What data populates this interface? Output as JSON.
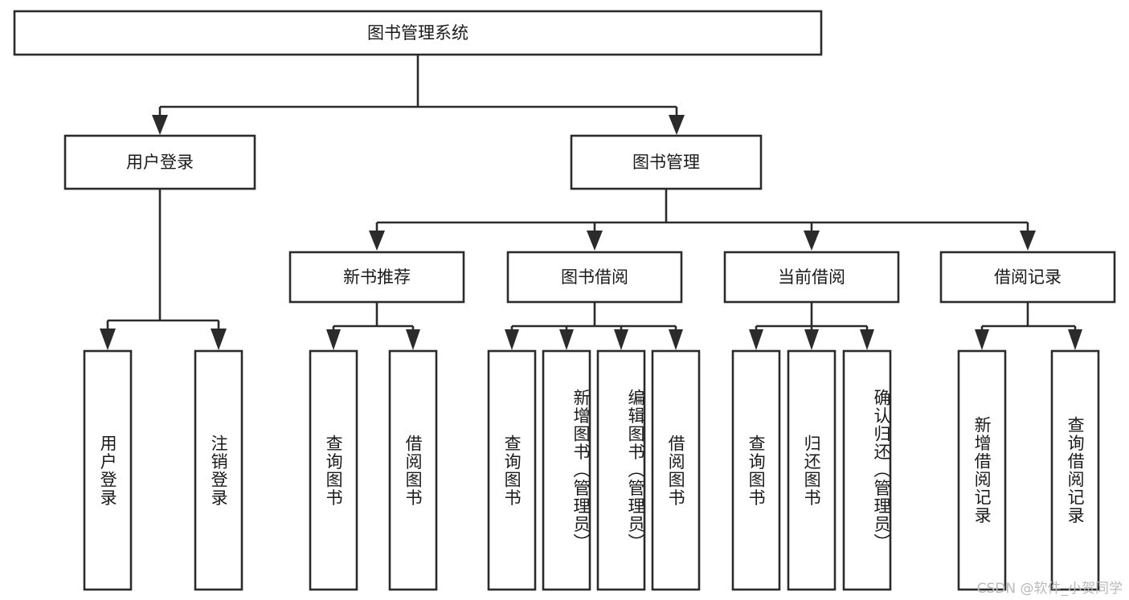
{
  "diagram": {
    "title": "图书管理系统",
    "type": "hierarchical-tree",
    "watermark": "CSDN @软件_小贺同学",
    "colors": {
      "box_fill": "#ffffff",
      "box_stroke": "#2b2b2b",
      "text": "#1a1a1a",
      "background": "#ffffff",
      "watermark": "#b9b9b9"
    },
    "levels": {
      "root": {
        "label": "图书管理系统"
      },
      "level2": [
        {
          "id": "user-login",
          "label": "用户登录"
        },
        {
          "id": "book-management",
          "label": "图书管理"
        }
      ],
      "level3": [
        {
          "id": "new-book-recommend",
          "label": "新书推荐",
          "parent": "book-management"
        },
        {
          "id": "book-borrow",
          "label": "图书借阅",
          "parent": "book-management"
        },
        {
          "id": "current-borrow",
          "label": "当前借阅",
          "parent": "book-management"
        },
        {
          "id": "borrow-record",
          "label": "借阅记录",
          "parent": "book-management"
        }
      ],
      "leaves": [
        {
          "id": "leaf-user-login",
          "label": "用户登录",
          "parent": "user-login"
        },
        {
          "id": "leaf-logout-login",
          "label": "注销登录",
          "parent": "user-login"
        },
        {
          "id": "leaf-query-book-1",
          "label": "查询图书",
          "parent": "new-book-recommend"
        },
        {
          "id": "leaf-borrow-book-1",
          "label": "借阅图书",
          "parent": "new-book-recommend"
        },
        {
          "id": "leaf-query-book-2",
          "label": "查询图书",
          "parent": "book-borrow"
        },
        {
          "id": "leaf-add-book",
          "label": "新增图书（管理员）",
          "parent": "book-borrow"
        },
        {
          "id": "leaf-edit-book",
          "label": "编辑图书（管理员）",
          "parent": "book-borrow"
        },
        {
          "id": "leaf-borrow-book-2",
          "label": "借阅图书",
          "parent": "book-borrow"
        },
        {
          "id": "leaf-query-book-3",
          "label": "查询图书",
          "parent": "current-borrow"
        },
        {
          "id": "leaf-return-book",
          "label": "归还图书",
          "parent": "current-borrow"
        },
        {
          "id": "leaf-confirm-return",
          "label": "确认归还（管理员）",
          "parent": "current-borrow"
        },
        {
          "id": "leaf-add-record",
          "label": "新增借阅记录",
          "parent": "borrow-record"
        },
        {
          "id": "leaf-query-record",
          "label": "查询借阅记录",
          "parent": "borrow-record"
        }
      ]
    }
  }
}
